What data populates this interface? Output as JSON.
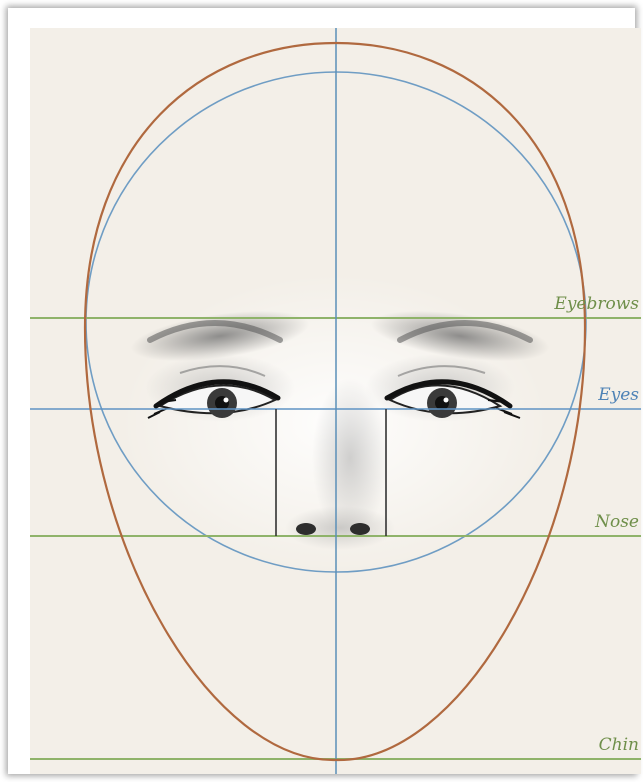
{
  "labels": {
    "eyebrows": "Eyebrows",
    "eyes": "Eyes",
    "nose": "Nose",
    "chin": "Chin"
  },
  "colors": {
    "background": "#f3efe8",
    "face_outline": "#b0693f",
    "cranium_circle": "#6f9dc4",
    "center_axis": "#5b8fb8",
    "green_guides": "#8fb36a",
    "blue_guides": "#5f93c4",
    "nose_width_lines": "#333333",
    "eyebrows_label": "#6f8f4a",
    "eyes_label": "#4f83b6",
    "nose_label": "#6f8f4a",
    "chin_label": "#6f8f4a"
  }
}
